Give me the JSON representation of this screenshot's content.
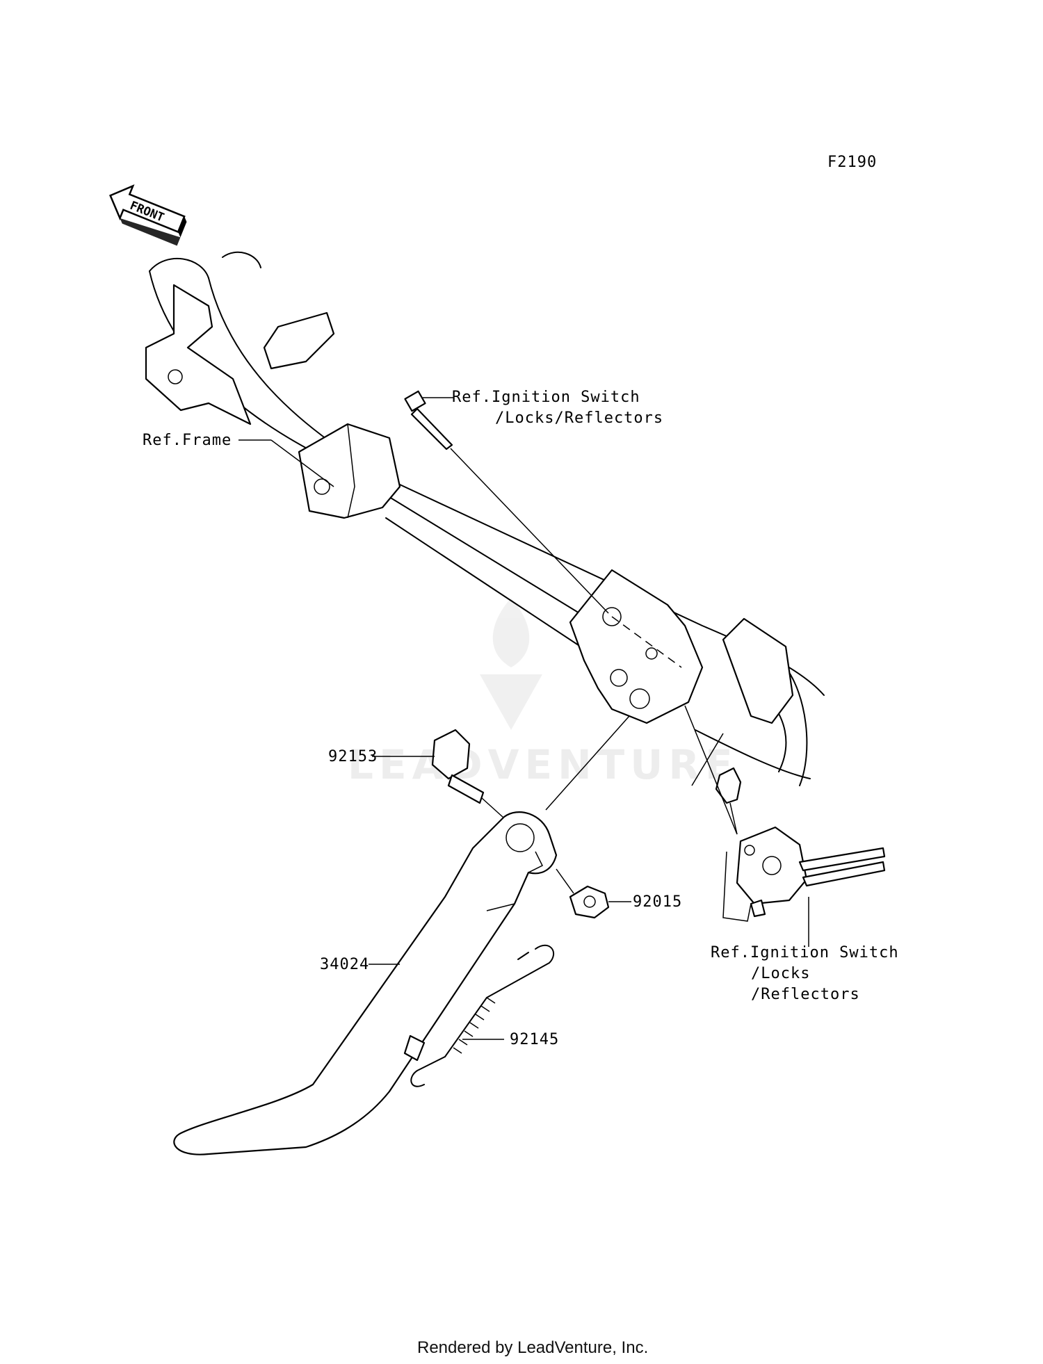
{
  "diagram_code": "F2190",
  "front_arrow_text": "FRONT",
  "watermark": "LEADVENTURE",
  "labels": {
    "ref_frame": "Ref.Frame",
    "ref_ignition_top_1": "Ref.Ignition Switch",
    "ref_ignition_top_2": "/Locks/Reflectors",
    "part_92153": "92153",
    "part_92015": "92015",
    "part_34024": "34024",
    "part_92145": "92145",
    "ref_ignition_bottom_1": "Ref.Ignition Switch",
    "ref_ignition_bottom_2": "/Locks",
    "ref_ignition_bottom_3": "/Reflectors"
  },
  "footer": "Rendered by LeadVenture, Inc."
}
